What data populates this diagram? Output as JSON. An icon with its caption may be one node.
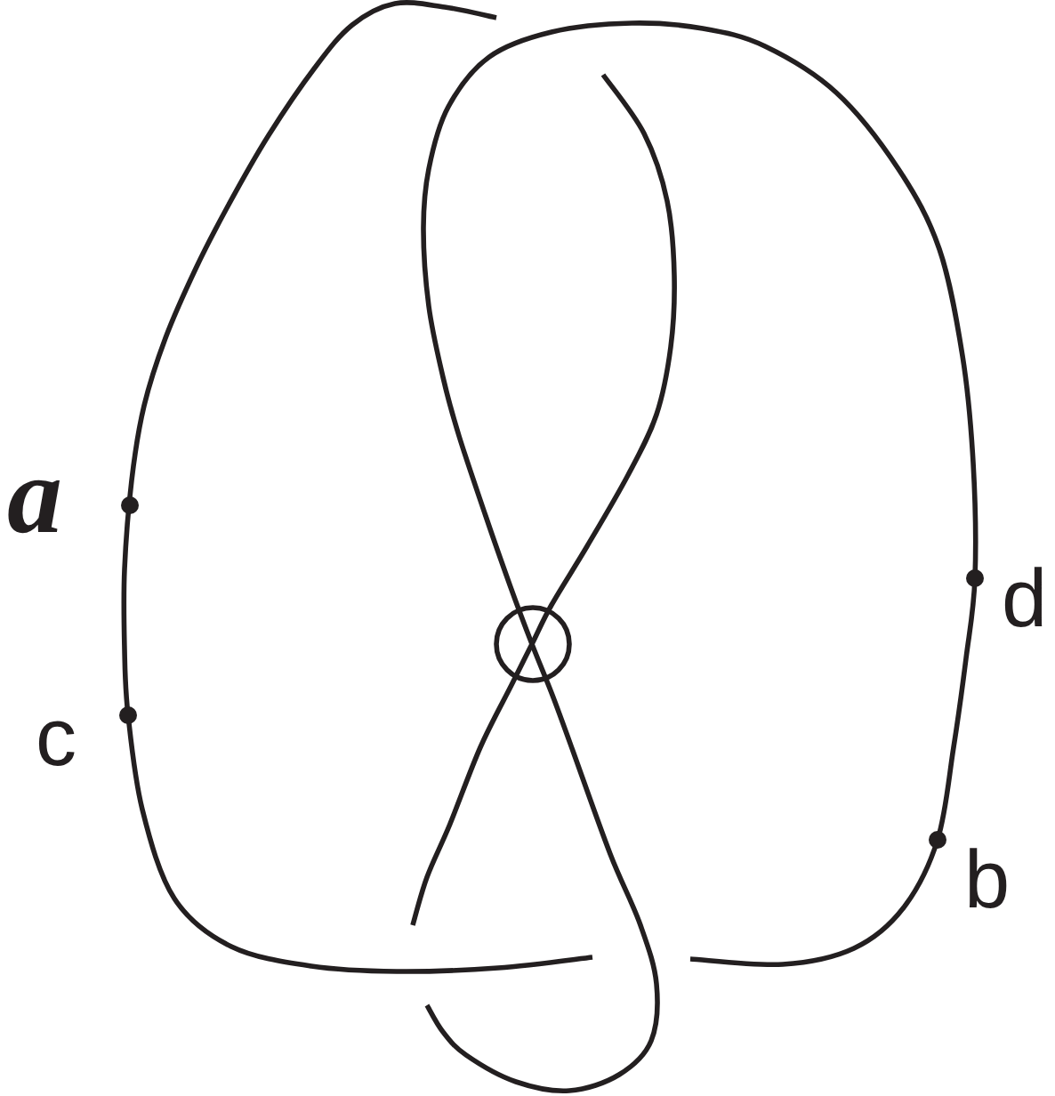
{
  "diagram": {
    "labels": [
      "a",
      "d",
      "c",
      "b"
    ]
  }
}
